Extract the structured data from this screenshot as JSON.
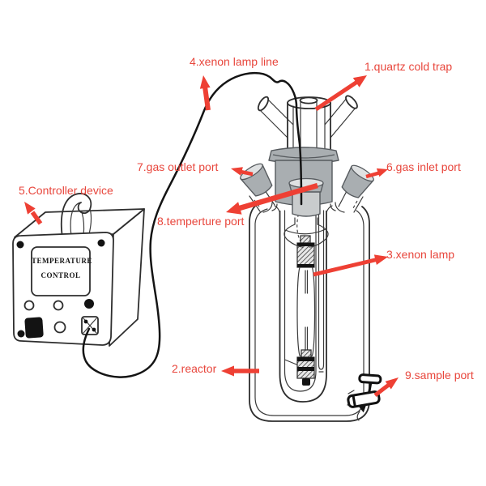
{
  "labels": {
    "quartz_cold_trap": "1.quartz cold trap",
    "reactor": "2.reactor",
    "xenon_lamp": "3.xenon lamp",
    "xenon_lamp_line": "4.xenon lamp line",
    "controller_device": "5.Controller device",
    "gas_inlet_port": "6.gas inlet port",
    "gas_outlet_port": "7.gas outlet port",
    "temperture_port": "8.temperture port",
    "sample_port": "9.sample port"
  },
  "controller_panel": {
    "line1": "TEMPERATURE",
    "line2": "CONTROL"
  },
  "colors": {
    "label_red": "#e8463c",
    "arrow_red": "#ee4034",
    "joint_gray": "#a9aeb1",
    "joint_gray_light": "#c9cccd",
    "rim_light": "#dfe1e2"
  }
}
